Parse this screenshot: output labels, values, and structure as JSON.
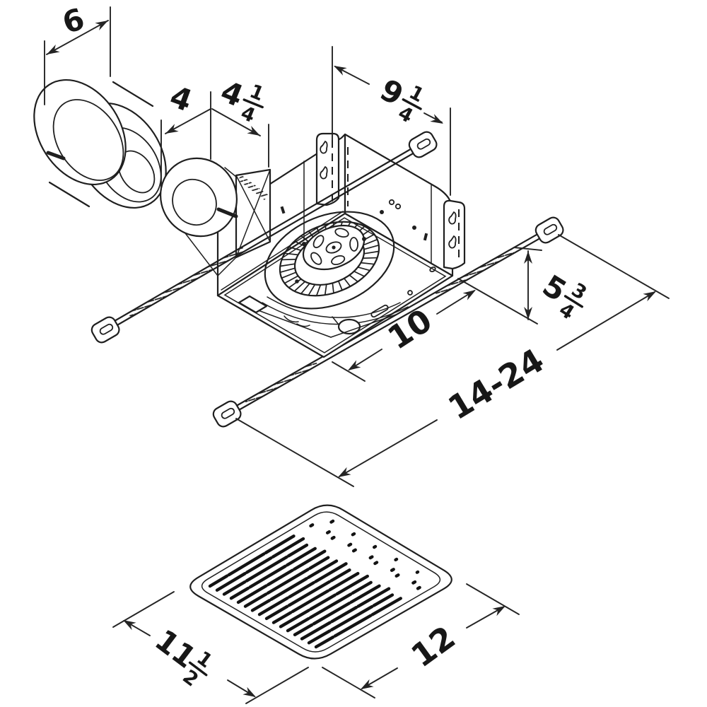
{
  "page": {
    "background_color": "#ffffff",
    "line_color": "#1f1f1f"
  },
  "drawing": {
    "dimensions": {
      "reducer_outlet_diameter": {
        "label": "6"
      },
      "duct_diameter": {
        "label": "4"
      },
      "duct_offset": {
        "whole": "4",
        "numerator": "1",
        "denominator": "4"
      },
      "housing_width": {
        "whole": "9",
        "numerator": "1",
        "denominator": "4"
      },
      "housing_depth": {
        "whole": "5",
        "numerator": "3",
        "denominator": "4"
      },
      "housing_length": {
        "label": "10"
      },
      "hanger_bar_span": {
        "label": "14-24"
      },
      "grille_width": {
        "whole": "11",
        "numerator": "1",
        "denominator": "2"
      },
      "grille_length": {
        "label": "12"
      }
    }
  }
}
